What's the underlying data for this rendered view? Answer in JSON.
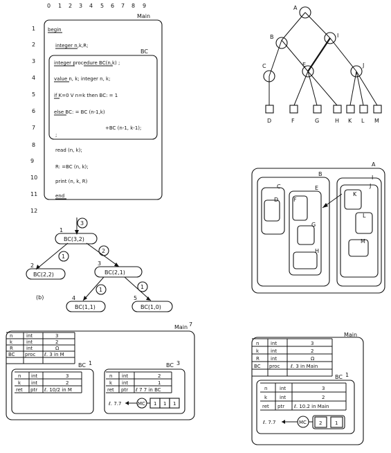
{
  "program": {
    "ruler": [
      "0",
      "1",
      "2",
      "3",
      "4",
      "5",
      "6",
      "7",
      "8",
      "9"
    ],
    "main_label": "Main",
    "bc_label": "BC",
    "line_numbers": [
      "1",
      "2",
      "3",
      "4",
      "5",
      "6",
      "7",
      "8",
      "9",
      "10",
      "11",
      "12"
    ],
    "lines": [
      "begin",
      "integer      n,k,R;",
      "integer      procedure      BC(n,k) ;",
      "value      n, k;   integer      n, k;",
      "if    K=0 V n=k    then BC: = 1",
      "else   BC: =  BC (n-1,k)",
      "+BC (n-1, k-1);",
      ";",
      "read   (n, k);",
      "R:  =BC  (n, k);",
      "print   (n, k, R)",
      "end"
    ]
  },
  "tree": {
    "nodes": [
      "A",
      "B",
      "I",
      "C",
      "E",
      "J",
      "D",
      "F",
      "G",
      "H",
      "K",
      "L",
      "M"
    ]
  },
  "nested": {
    "labels": [
      "A",
      "B",
      "C",
      "D",
      "E",
      "F",
      "G",
      "H",
      "I",
      "J",
      "K",
      "L",
      "M"
    ]
  },
  "call_tree": {
    "panel_label": "(b)",
    "nodes": [
      {
        "num": "1",
        "label": "BC(3,2)"
      },
      {
        "num": "2",
        "label": "BC(2,2)"
      },
      {
        "num": "3",
        "label": "BC(2,1)"
      },
      {
        "num": "4",
        "label": "BC(1,1)"
      },
      {
        "num": "5",
        "label": "BC(1,0)"
      }
    ],
    "markers": [
      "3",
      "2",
      "1",
      "1",
      "1"
    ]
  },
  "stack_left": {
    "main_label": "Main",
    "main_suffix": "7",
    "main_rows": [
      [
        "n",
        "int",
        "3"
      ],
      [
        "k",
        "int",
        "2"
      ],
      [
        "R",
        "int",
        "Ω"
      ],
      [
        "BC",
        "proc",
        "ℓ. 3 in M"
      ]
    ],
    "bc1_label": "BC",
    "bc1_suffix": "1",
    "bc1_rows": [
      [
        "n",
        "int",
        "3"
      ],
      [
        "k",
        "int",
        "2"
      ],
      [
        "ret",
        "ptr",
        "ℓ. 10/2 in M"
      ]
    ],
    "bc3_label": "BC",
    "bc3_suffix": "3",
    "bc3_rows": [
      [
        "n",
        "int",
        "2"
      ],
      [
        "k",
        "int",
        "1"
      ],
      [
        "ret",
        "ptr",
        "ℓ 7 7 in BC"
      ]
    ],
    "bc3_bottom": {
      "ref": "ℓ. 7.7",
      "mc": "MC",
      "cells": [
        "1",
        "1",
        "1"
      ]
    }
  },
  "stack_right": {
    "main_label": "Main",
    "main_rows": [
      [
        "n",
        "int",
        "3"
      ],
      [
        "k",
        "int",
        "2"
      ],
      [
        "R",
        "int",
        "Ω"
      ],
      [
        "BC",
        "proc",
        "ℓ. 3 in Main"
      ]
    ],
    "bc_label": "BC",
    "bc_suffix": "1",
    "bc_rows": [
      [
        "n",
        "int",
        "3"
      ],
      [
        "k",
        "int",
        "2"
      ],
      [
        "ret",
        "ptr",
        "ℓ. 10.2 in Main"
      ]
    ],
    "bottom": {
      "ref": "ℓ. 7.7",
      "mc": "MC",
      "cells": [
        "2",
        "1"
      ]
    }
  }
}
